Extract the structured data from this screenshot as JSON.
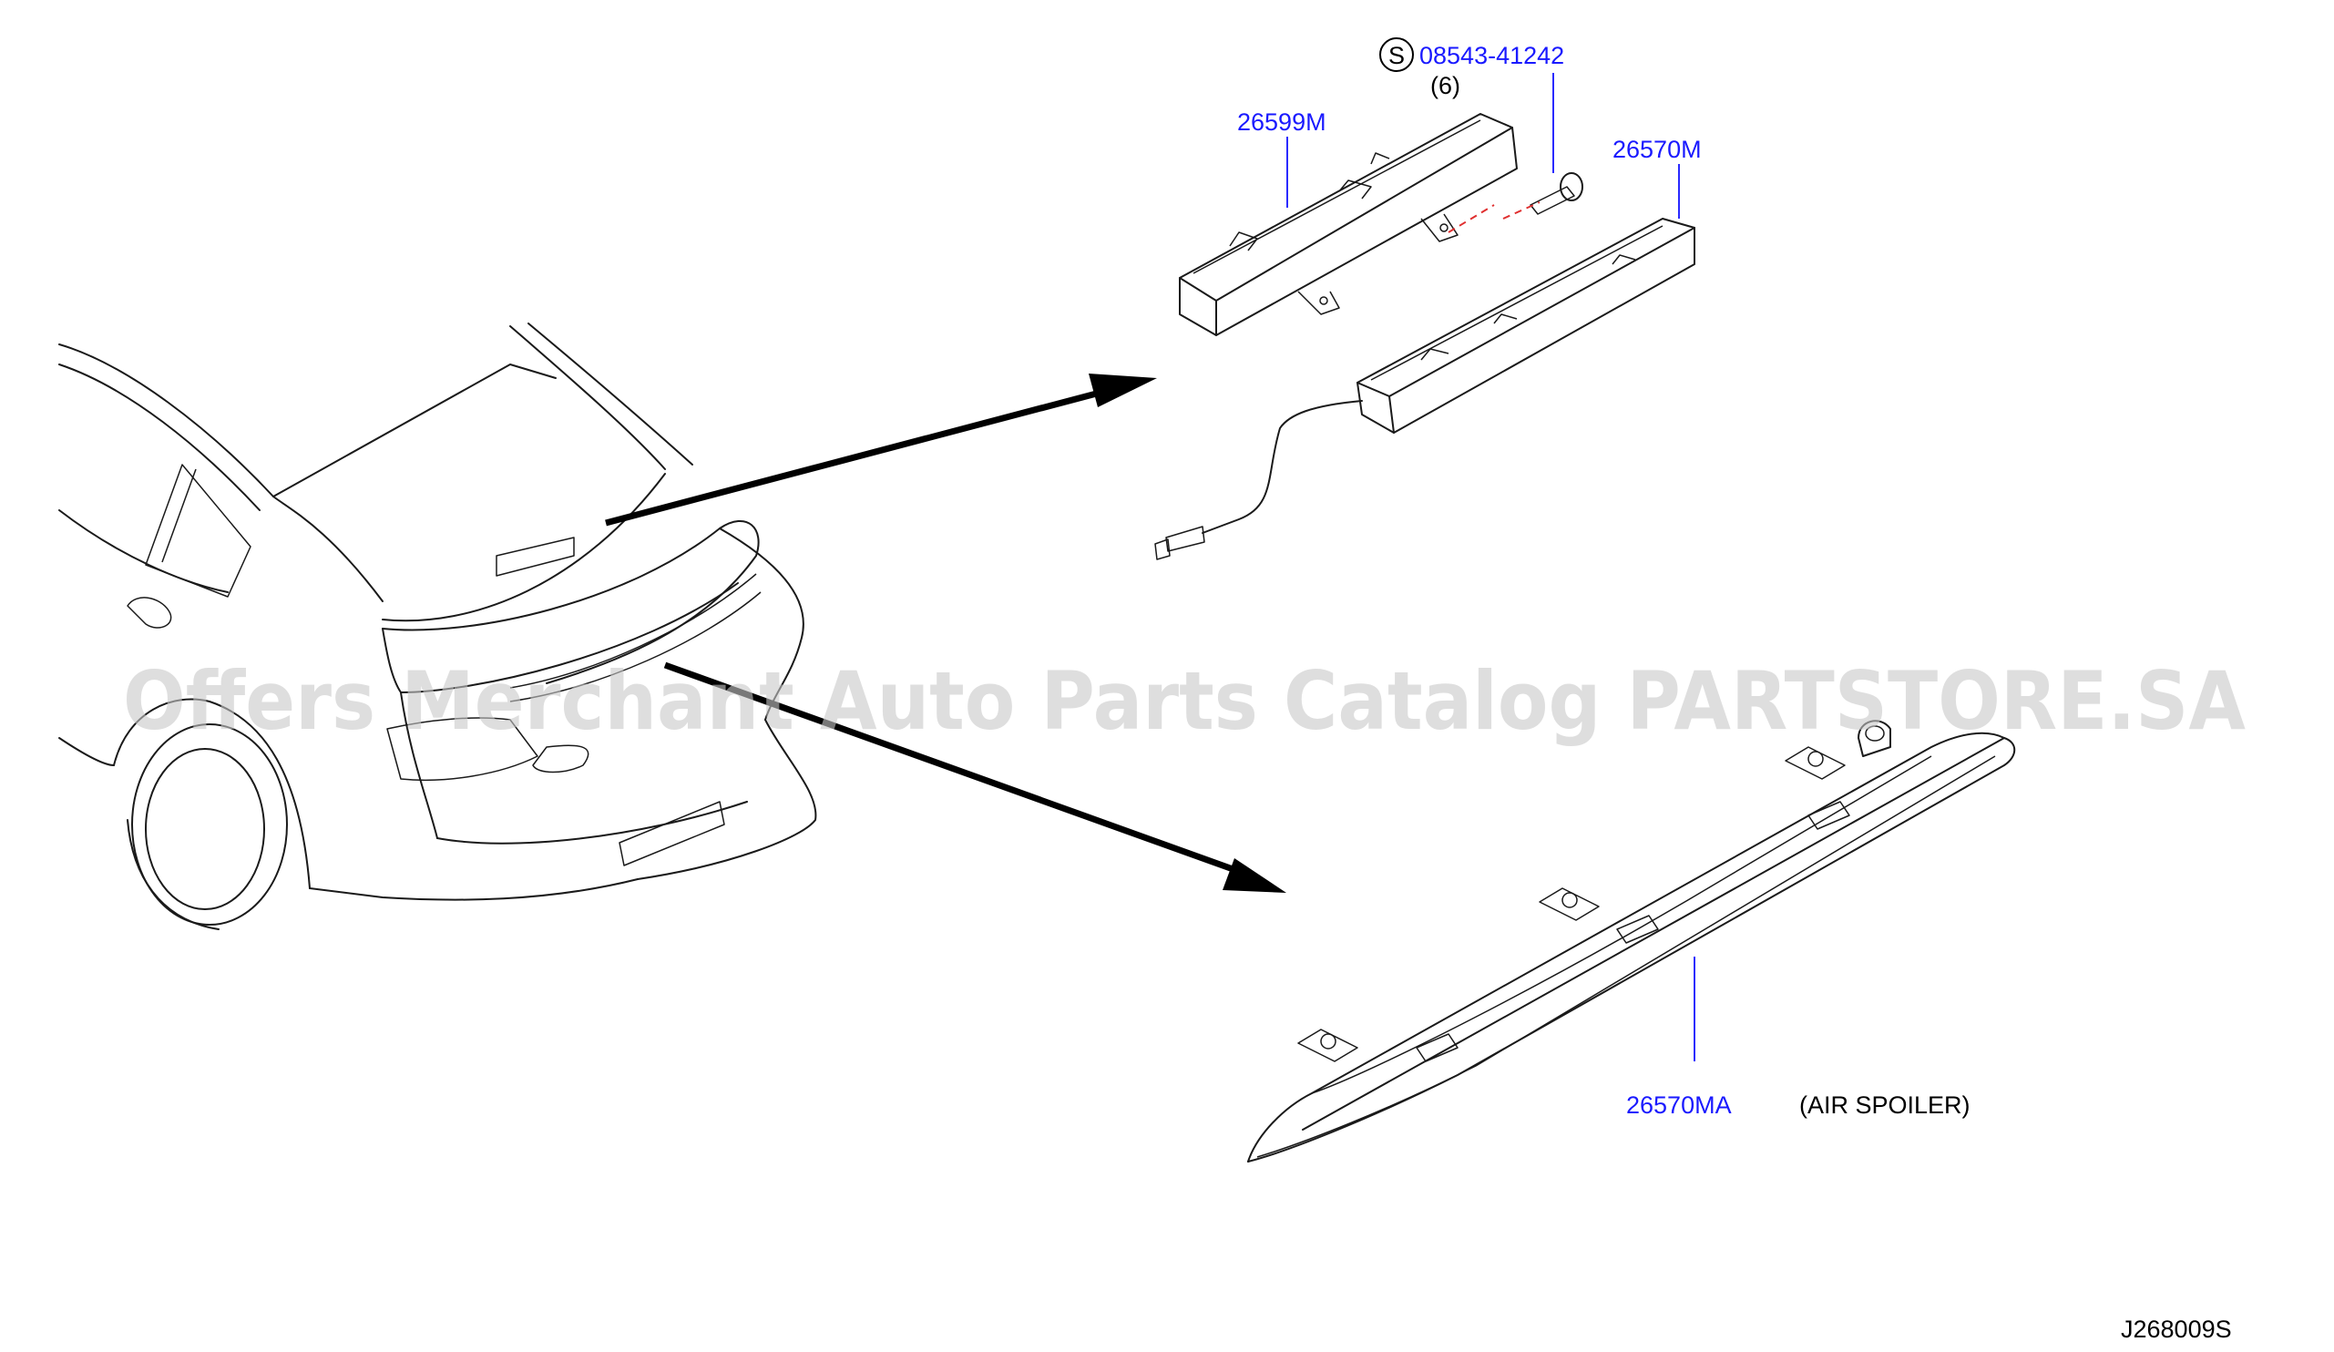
{
  "diagram": {
    "labels": {
      "screw_marker": "S",
      "screw_part": "08543-41242",
      "screw_qty": "(6)",
      "lamp_housing_part": "26599M",
      "lamp_part": "26570M",
      "spoiler_part": "26570MA",
      "spoiler_note": "(AIR   SPOILER)",
      "diagram_code": "J268009S"
    },
    "watermark": "Offers Merchant Auto Parts Catalog PARTSTORE.SA",
    "colors": {
      "part_label": "#1a1aff",
      "line": "#1a1a1a",
      "watermark": "#c8c8c8",
      "dashed_line": "#e03030"
    }
  }
}
